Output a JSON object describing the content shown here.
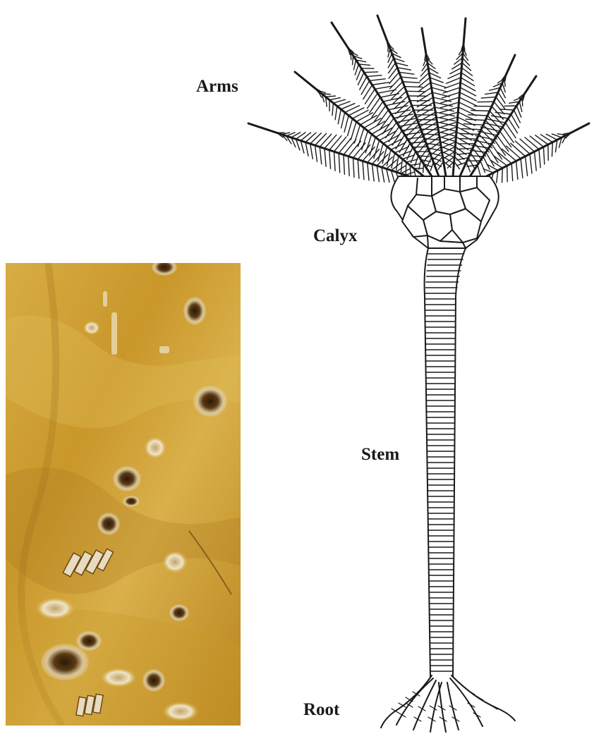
{
  "labels": {
    "arms": "Arms",
    "calyx": "Calyx",
    "stem": "Stem",
    "root": "Root"
  },
  "colors": {
    "line": "#1a1a1a",
    "photo_base": "#c99a2a",
    "photo_light": "#e2bd55",
    "photo_dark": "#8c5f12"
  },
  "icons": {
    "photo": "fossil-crinoid-stems-photo",
    "drawing": "crinoid-reconstruction-drawing"
  }
}
